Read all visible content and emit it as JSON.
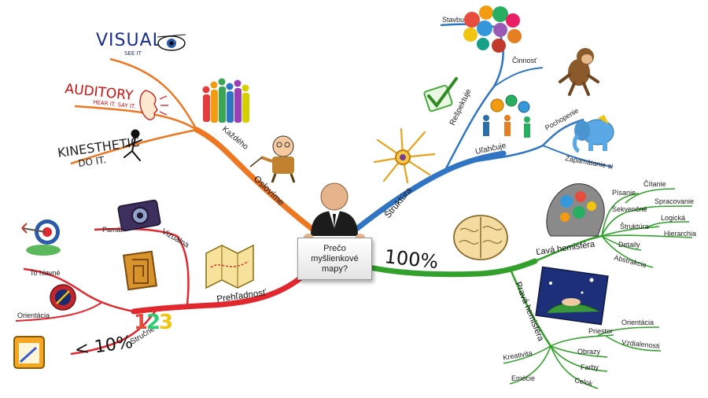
{
  "center": {
    "line1": "Prečo",
    "line2": "myšlienkové",
    "line3": "mapy?"
  },
  "branches": {
    "oslovime": {
      "label": "Oslovíme",
      "sub": "Každého",
      "visual": {
        "main": "VISUAL",
        "sub": "SEE IT"
      },
      "auditory": {
        "main": "AUDITORY",
        "sub": "HEAR IT. SAY IT."
      },
      "kinesthetic": {
        "main": "KINESTHETIC",
        "sub": "DO IT."
      }
    },
    "struktura": {
      "label": "Štruktúra",
      "respektuje": {
        "label": "Rešpektuje",
        "items": [
          "Stavbu",
          "Činnosť"
        ]
      },
      "ulahcuje": {
        "label": "Uľahčuje",
        "items": [
          "Pochopenie",
          "Zapamätanie si"
        ]
      }
    },
    "prehladnost": {
      "label": "Prehľadnosť",
      "vizualna": {
        "label": "Vizuálna",
        "item": "Pamäť"
      },
      "left_items": [
        "To hlavné",
        "Orientácia"
      ],
      "strucne": {
        "label": "Stručné",
        "value": "< 10%"
      }
    },
    "sto": {
      "label": "100%",
      "lava": {
        "label": "Ľavá hemisféra",
        "items": [
          "Písanie",
          "Čítanie",
          "Sekvenčné",
          "Spracovanie",
          "Logická",
          "Štruktúra",
          "Hierarchia",
          "Detaily",
          "Abstrakcia"
        ]
      },
      "prava": {
        "label": "Pravá hemisféra",
        "items": [
          "Priestor",
          "Orientácia",
          "Vzdialenosti",
          "Obrazy",
          "Farby",
          "Celok",
          "Kreativita",
          "Emócie"
        ]
      }
    }
  },
  "colors": {
    "orange": "#ee7722",
    "blue": "#2f75c4",
    "green": "#33a02c",
    "red": "#e0282e"
  }
}
